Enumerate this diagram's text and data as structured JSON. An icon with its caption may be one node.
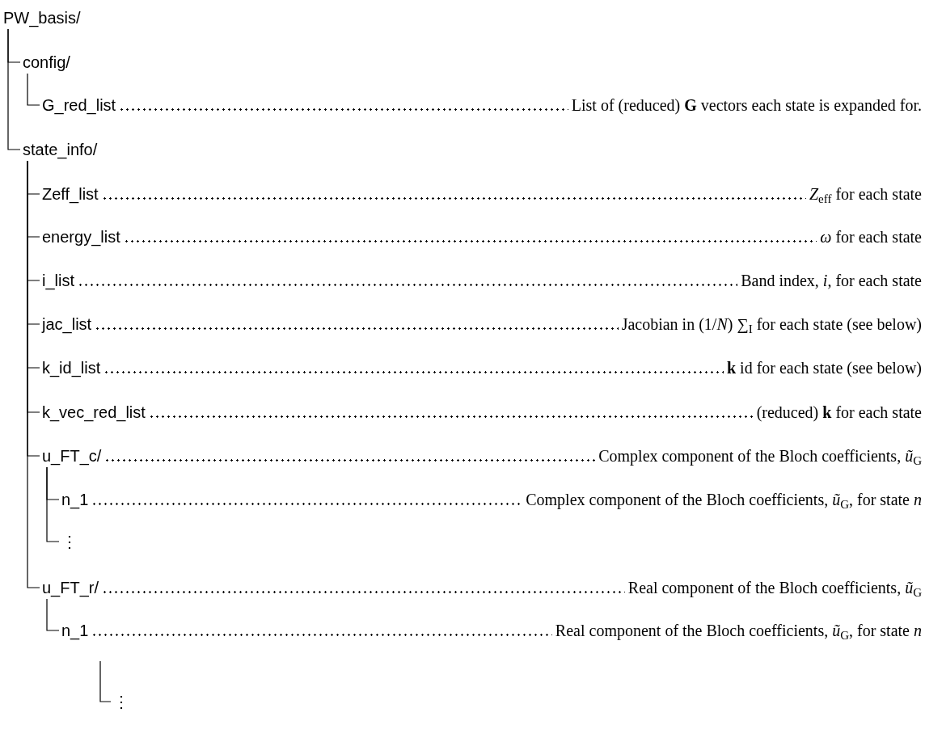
{
  "diagram": {
    "nodes": [
      {
        "text": [
          "PW_basis/"
        ]
      },
      {
        "text": [
          "config/"
        ]
      },
      {
        "text": [
          "G_red_list",
          "List of (reduced) **G** vectors each state is expanded for."
        ]
      },
      {
        "text": [
          "state_info/"
        ]
      },
      {
        "text": [
          "Zeff_list",
          "*Z*$_{eff}$ for each state"
        ]
      },
      {
        "text": [
          "energy_list",
          "*ω* for each state"
        ]
      },
      {
        "text": [
          "i_list",
          "Band index, *i*, for each state"
        ]
      },
      {
        "text": [
          "jac_list",
          "Jacobian in (1/*N*) ∑$_{I}$ for each state (see below)"
        ]
      },
      {
        "text": [
          "k_id_list",
          "**k** id for each state (see below)"
        ]
      },
      {
        "text": [
          "k_vec_red_list",
          "(reduced) **k** for each state"
        ]
      },
      {
        "text": [
          "u_FT_c/",
          "Complex component of the Bloch coefficients, *ũ*$_{G}$"
        ]
      },
      {
        "text": [
          "n_1",
          "Complex component of the Bloch coefficients, *ũ*$_{G}$, for state *n*"
        ]
      },
      {
        "text": [
          "⋮"
        ]
      },
      {
        "text": [
          "u_FT_r/",
          "Real component of the Bloch coefficients, *ũ*$_{G}$"
        ]
      },
      {
        "text": [
          "n_1",
          "Real component of the Bloch coefficients, *ũ*$_{G}$, for state *n*"
        ]
      },
      {
        "text": [
          "⋮"
        ]
      }
    ],
    "edges": [
      {
        "from": 0,
        "to": 1,
        "arrow": "none"
      },
      {
        "from": 1,
        "to": 2,
        "arrow": "none"
      },
      {
        "from": 0,
        "to": 3,
        "arrow": "none"
      },
      {
        "from": 3,
        "to": 4,
        "arrow": "none"
      },
      {
        "from": 3,
        "to": 5,
        "arrow": "none"
      },
      {
        "from": 3,
        "to": 6,
        "arrow": "none"
      },
      {
        "from": 3,
        "to": 7,
        "arrow": "none"
      },
      {
        "from": 3,
        "to": 8,
        "arrow": "none"
      },
      {
        "from": 3,
        "to": 9,
        "arrow": "none"
      },
      {
        "from": 3,
        "to": 10,
        "arrow": "none"
      },
      {
        "from": 10,
        "to": 11,
        "arrow": "none"
      },
      {
        "from": 10,
        "to": 12,
        "arrow": "none"
      },
      {
        "from": 3,
        "to": 13,
        "arrow": "none"
      },
      {
        "from": 13,
        "to": 14,
        "arrow": "none"
      },
      {
        "from": null,
        "to": 15,
        "arrow": "none"
      }
    ]
  }
}
